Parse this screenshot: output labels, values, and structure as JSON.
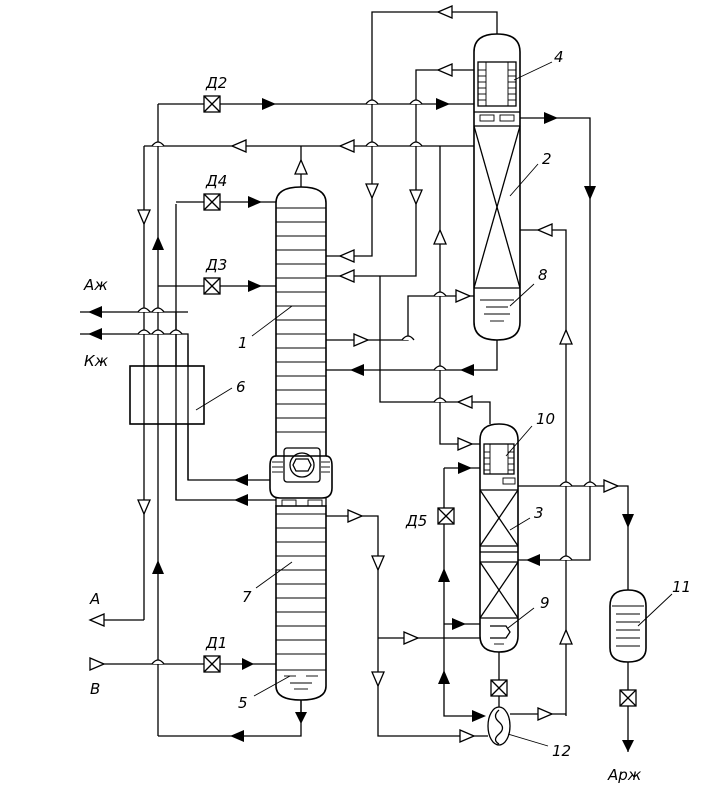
{
  "labels": {
    "stream_A_liquid": "Аж",
    "stream_K_liquid": "Кж",
    "stream_A": "А",
    "stream_B": "В",
    "stream_Ar_liquid": "Арж",
    "throttle_1": "Д1",
    "throttle_2": "Д2",
    "throttle_3": "Д3",
    "throttle_4": "Д4",
    "throttle_5": "Д5"
  },
  "units": {
    "n1": "1",
    "n2": "2",
    "n3": "3",
    "n4": "4",
    "n5": "5",
    "n6": "6",
    "n7": "7",
    "n8": "8",
    "n9": "9",
    "n10": "10",
    "n11": "11",
    "n12": "12"
  }
}
